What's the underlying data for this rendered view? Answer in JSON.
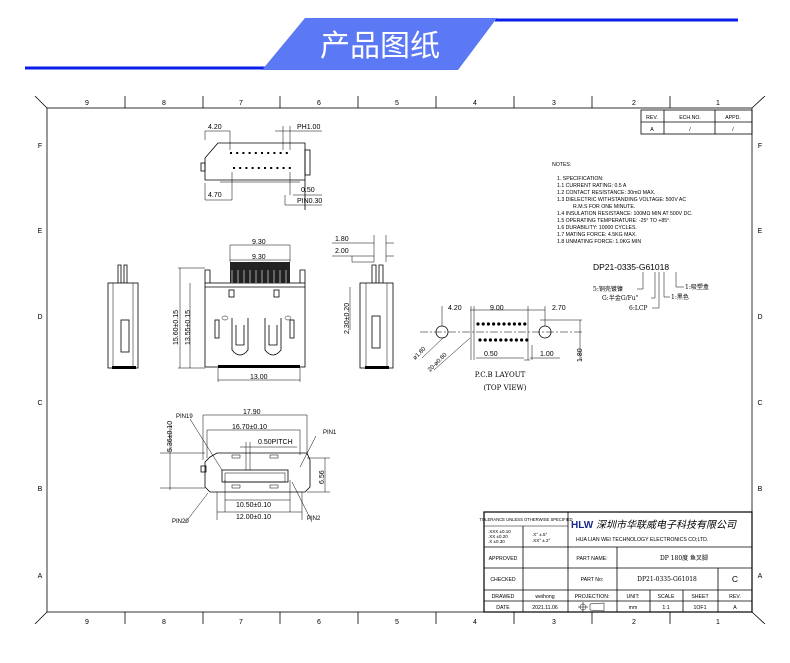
{
  "header": {
    "title": "产品图纸",
    "accent_color": "#5b78f5",
    "line_color": "#0a1ee8"
  },
  "frame": {
    "columns": [
      "9",
      "8",
      "7",
      "6",
      "5",
      "4",
      "3",
      "2",
      "1"
    ],
    "rows": [
      "F",
      "E",
      "D",
      "C",
      "B",
      "A"
    ]
  },
  "revision_table": {
    "headers": [
      "REV.",
      "ECH.NO.",
      "APPD."
    ],
    "values": [
      "A",
      "/",
      "/"
    ]
  },
  "notes": {
    "title": "NOTES:",
    "lines": [
      "1. SPECIFICATION:",
      "1.1  CURRENT RATING: 0.5 A",
      "1.2  CONTACT RESISTANCE: 30mΩ MAX.",
      "1.3  DIELECTRIC WITHSTANDING VOLTAGE: 500V AC",
      "R.M.S FOR ONE MINUTE.",
      "1.4  INSULATION RESISTANCE: 100MΩ MIN AT 500V DC.",
      "1.5  OPERATING TEMPERATURE: -25° TO +85°.",
      "1.6  DURABILITY: 10000 CYCLES.",
      "1.7  MATING FORCE: 4.5KG MAX.",
      "1.8  UNMATING FORCE: 1.0KG MIN"
    ]
  },
  "part_code": {
    "code": "DP21-0335-G61018",
    "callouts": [
      "5:铜壳镀镍",
      "G:半金G/Fu\"",
      "6:LCP",
      "1:吸塑盒",
      "1:黑色"
    ]
  },
  "top_view": {
    "dims": [
      "4.20",
      "PH1.00",
      "0.50",
      "PIN0.30",
      "4.70"
    ]
  },
  "front_view": {
    "dims": [
      "9.30",
      "9.30",
      "15.60±0.15",
      "13.55±0.15",
      "13.00"
    ]
  },
  "side_view": {
    "dims": [
      "1.80",
      "2.00",
      "2.30±0.20"
    ]
  },
  "pcb_layout": {
    "dims": [
      "4.20",
      "9.00",
      "2.70",
      "0.50",
      "1.00",
      "1.80",
      "ø1.80",
      "20-ø0.60"
    ],
    "title": "P.C.B   LAYOUT",
    "subtitle": "(TOP VIEW)"
  },
  "bottom_view": {
    "dims": [
      "17.90",
      "16.70±0.10",
      "0.50PITCH",
      "5.36±0.10",
      "6.56",
      "10.50±0.10",
      "12.00±0.10"
    ],
    "pins": [
      "PIN19",
      "PIN1",
      "PIN20",
      "PIN2"
    ]
  },
  "title_block": {
    "tolerance_title": "TOLERANCE UNLESS OTHERWISE SPECIFIED",
    "tol_linear": [
      ".XXX ±0.10",
      ".XX ±0.20",
      ".X ±0.30"
    ],
    "tol_angular": [
      ".X° ±.5°",
      ".XX° ±.2°"
    ],
    "logo": "HLW",
    "company_cn": "深圳市华联威电子科技有限公司",
    "company_en": "HUA LIAN WEI TECHNOLOGY ELECTRONICS CO;LTD.",
    "approved_label": "APPROVED",
    "checked_label": "CHECKED",
    "drawed_label": "DRAWED",
    "drawed_value": "weihong",
    "date_label": "DATE",
    "date_value": "2021.11.06",
    "part_name_label": "PART NAME:",
    "part_name_value": "DP 180度 鱼叉脚",
    "part_no_label": "PART No:",
    "part_no_value": "DP21-0335-G61018",
    "size": "C",
    "projection_label": "PROJECTION:",
    "unit_label": "UNIT:",
    "unit_value": "mm",
    "scale_label": "SCALE",
    "scale_value": "1:1",
    "sheet_label": "SHEET",
    "sheet_value": "1OF1",
    "rev_label": "REV.",
    "rev_value": "A"
  }
}
